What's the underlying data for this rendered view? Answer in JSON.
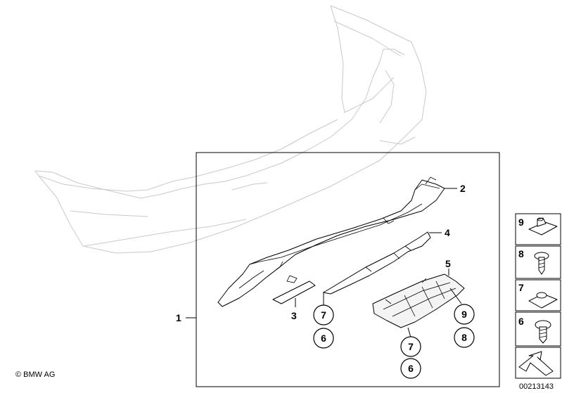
{
  "diagram": {
    "copyright": "© BMW AG",
    "image_number": "00213143",
    "callouts": {
      "c1": "1",
      "c2": "2",
      "c3": "3",
      "c4": "4",
      "c5": "5",
      "c6a": "7",
      "c6b": "6",
      "c7a": "9",
      "c7b": "8",
      "c8a": "7",
      "c8b": "6"
    },
    "side_panel": {
      "p9": "9",
      "p8": "8",
      "p7": "7",
      "p6": "6"
    }
  }
}
